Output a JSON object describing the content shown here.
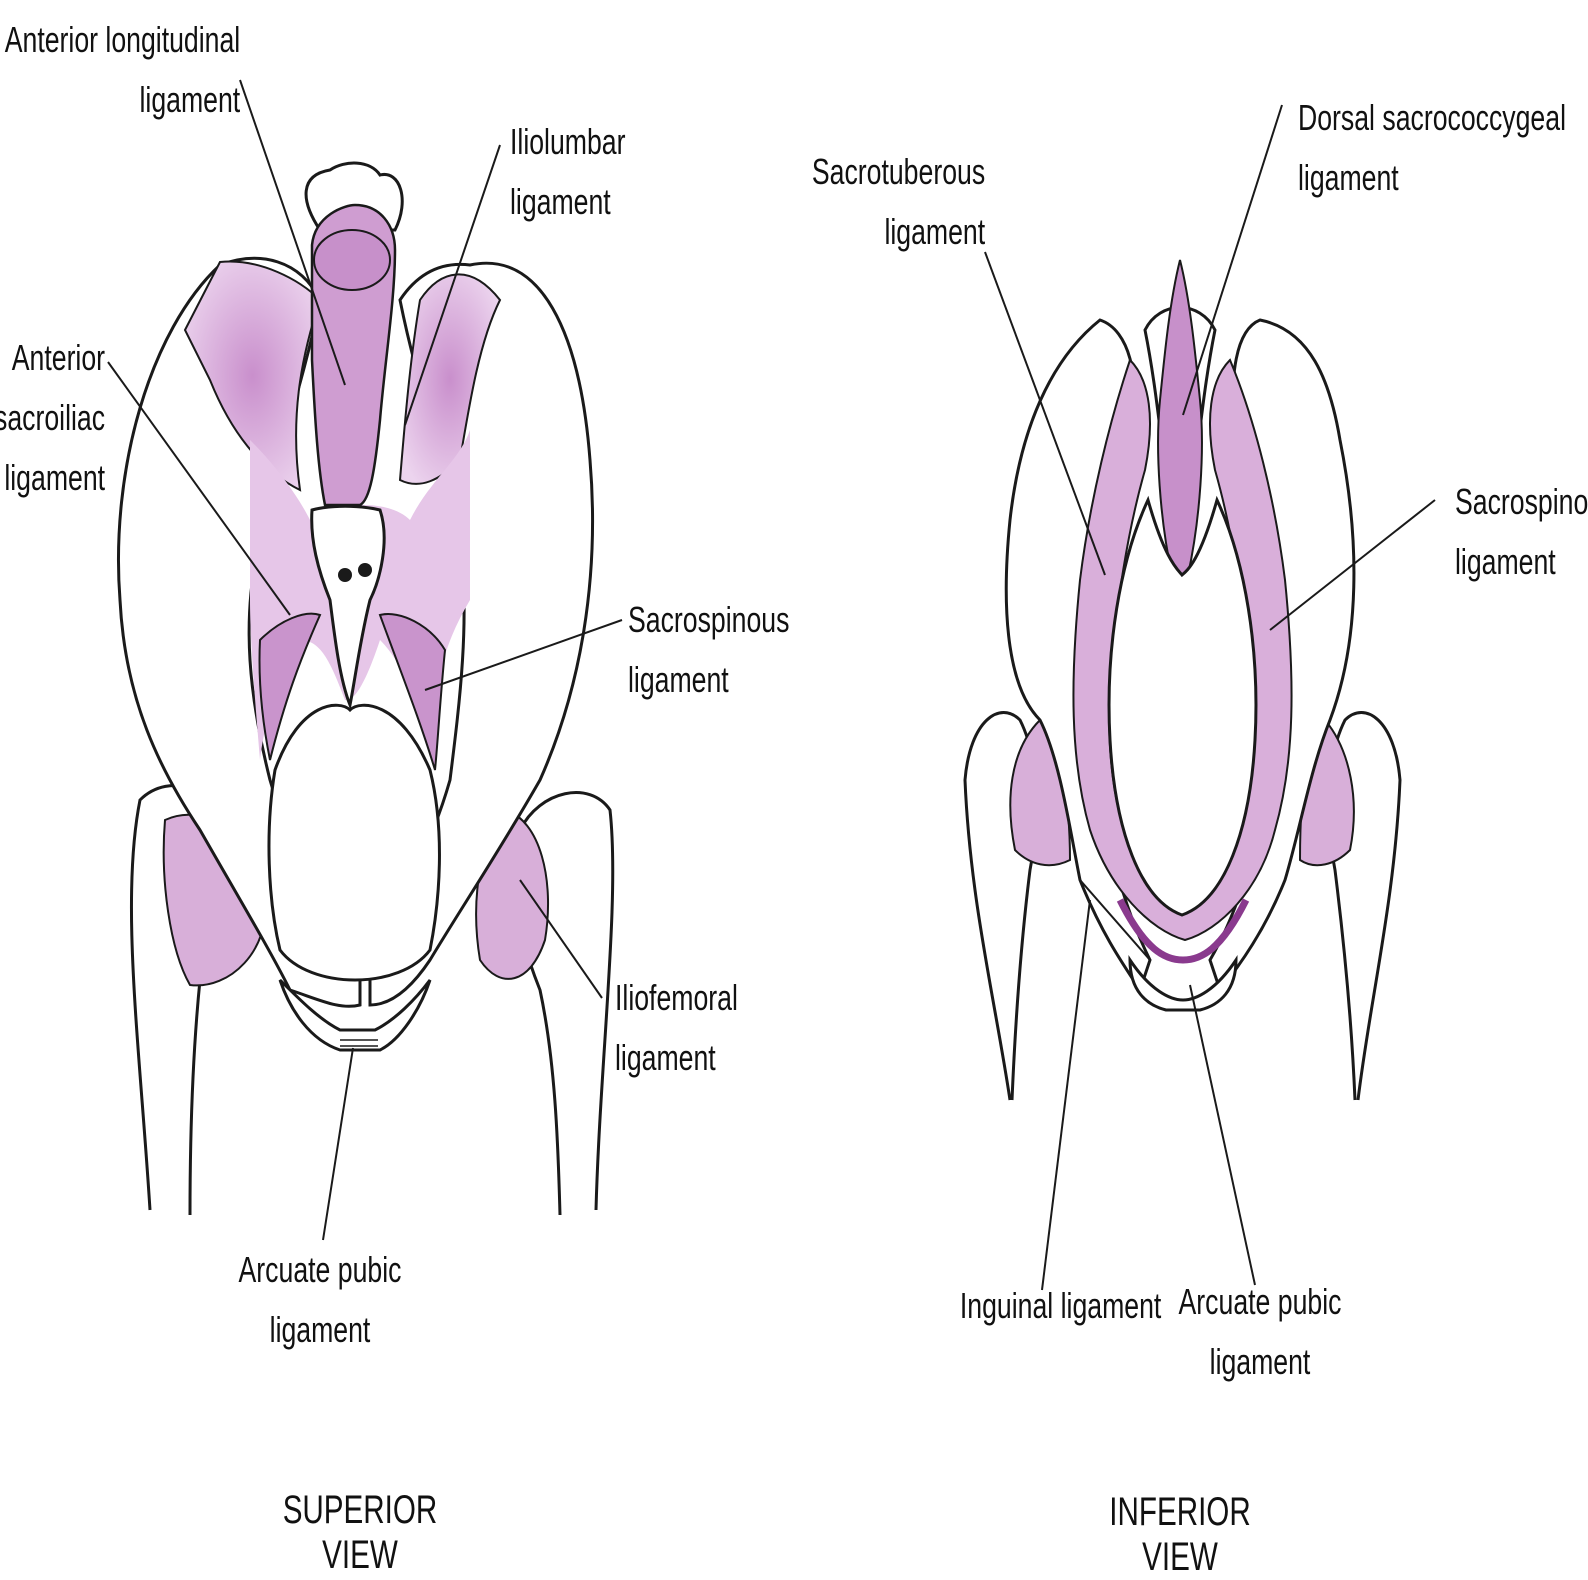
{
  "views": [
    {
      "caption": "SUPERIOR VIEW",
      "labels": [
        {
          "key": "anterior_longitudinal",
          "text": "Anterior longitudinal\nligament"
        },
        {
          "key": "iliolumbar",
          "text": "Iliolumbar\nligament"
        },
        {
          "key": "anterior_sacroiliac",
          "text": "Anterior\nsacroiliac\nligament"
        },
        {
          "key": "sacrospinous",
          "text": "Sacrospinous\nligament"
        },
        {
          "key": "iliofemoral",
          "text": "Iliofemoral\nligament"
        },
        {
          "key": "arcuate_pubic",
          "text": "Arcuate pubic\nligament"
        }
      ]
    },
    {
      "caption": "INFERIOR VIEW",
      "labels": [
        {
          "key": "dorsal_sacrococcygeal",
          "text": "Dorsal sacrococcygeal\nligament"
        },
        {
          "key": "sacrotuberous",
          "text": "Sacrotuberous\nligament"
        },
        {
          "key": "sacrospinous",
          "text": "Sacrospinous\nligament"
        },
        {
          "key": "inguinal",
          "text": "Inguinal ligament"
        },
        {
          "key": "arcuate_pubic",
          "text": "Arcuate pubic\nligament"
        }
      ]
    }
  ],
  "colors": {
    "ligament": "#d7a6d8",
    "ligament_dark": "#a45aa8",
    "outline": "#1a1a1a",
    "bone": "#ffffff"
  }
}
